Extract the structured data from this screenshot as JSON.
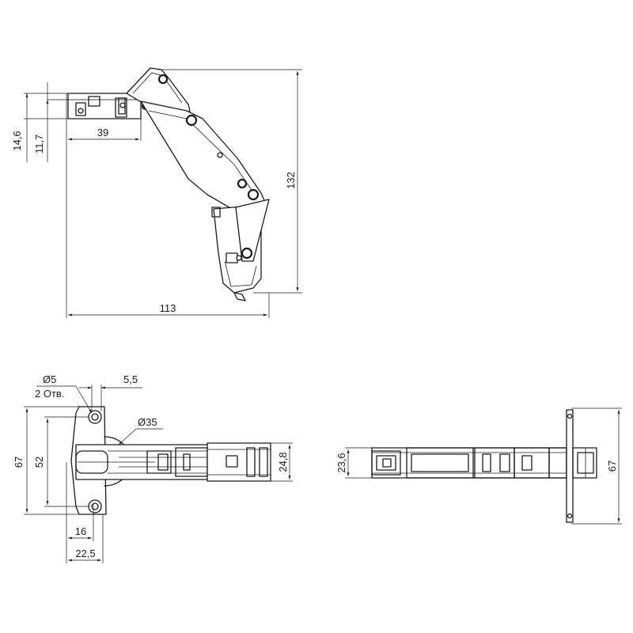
{
  "top_view": {
    "dim_14_6": "14,6",
    "dim_11_7": "11,7",
    "dim_39": "39",
    "dim_113": "113",
    "dim_132": "132"
  },
  "bottom_left_view": {
    "hole_dia": "Ø5",
    "hole_count": "2 Отв.",
    "dim_5_5": "5,5",
    "cup_dia": "Ø35",
    "dim_67": "67",
    "dim_52": "52",
    "dim_24_8": "24,8",
    "dim_16": "16",
    "dim_22_5": "22,5"
  },
  "bottom_right_view": {
    "dim_23_6": "23,6",
    "dim_67": "67"
  }
}
